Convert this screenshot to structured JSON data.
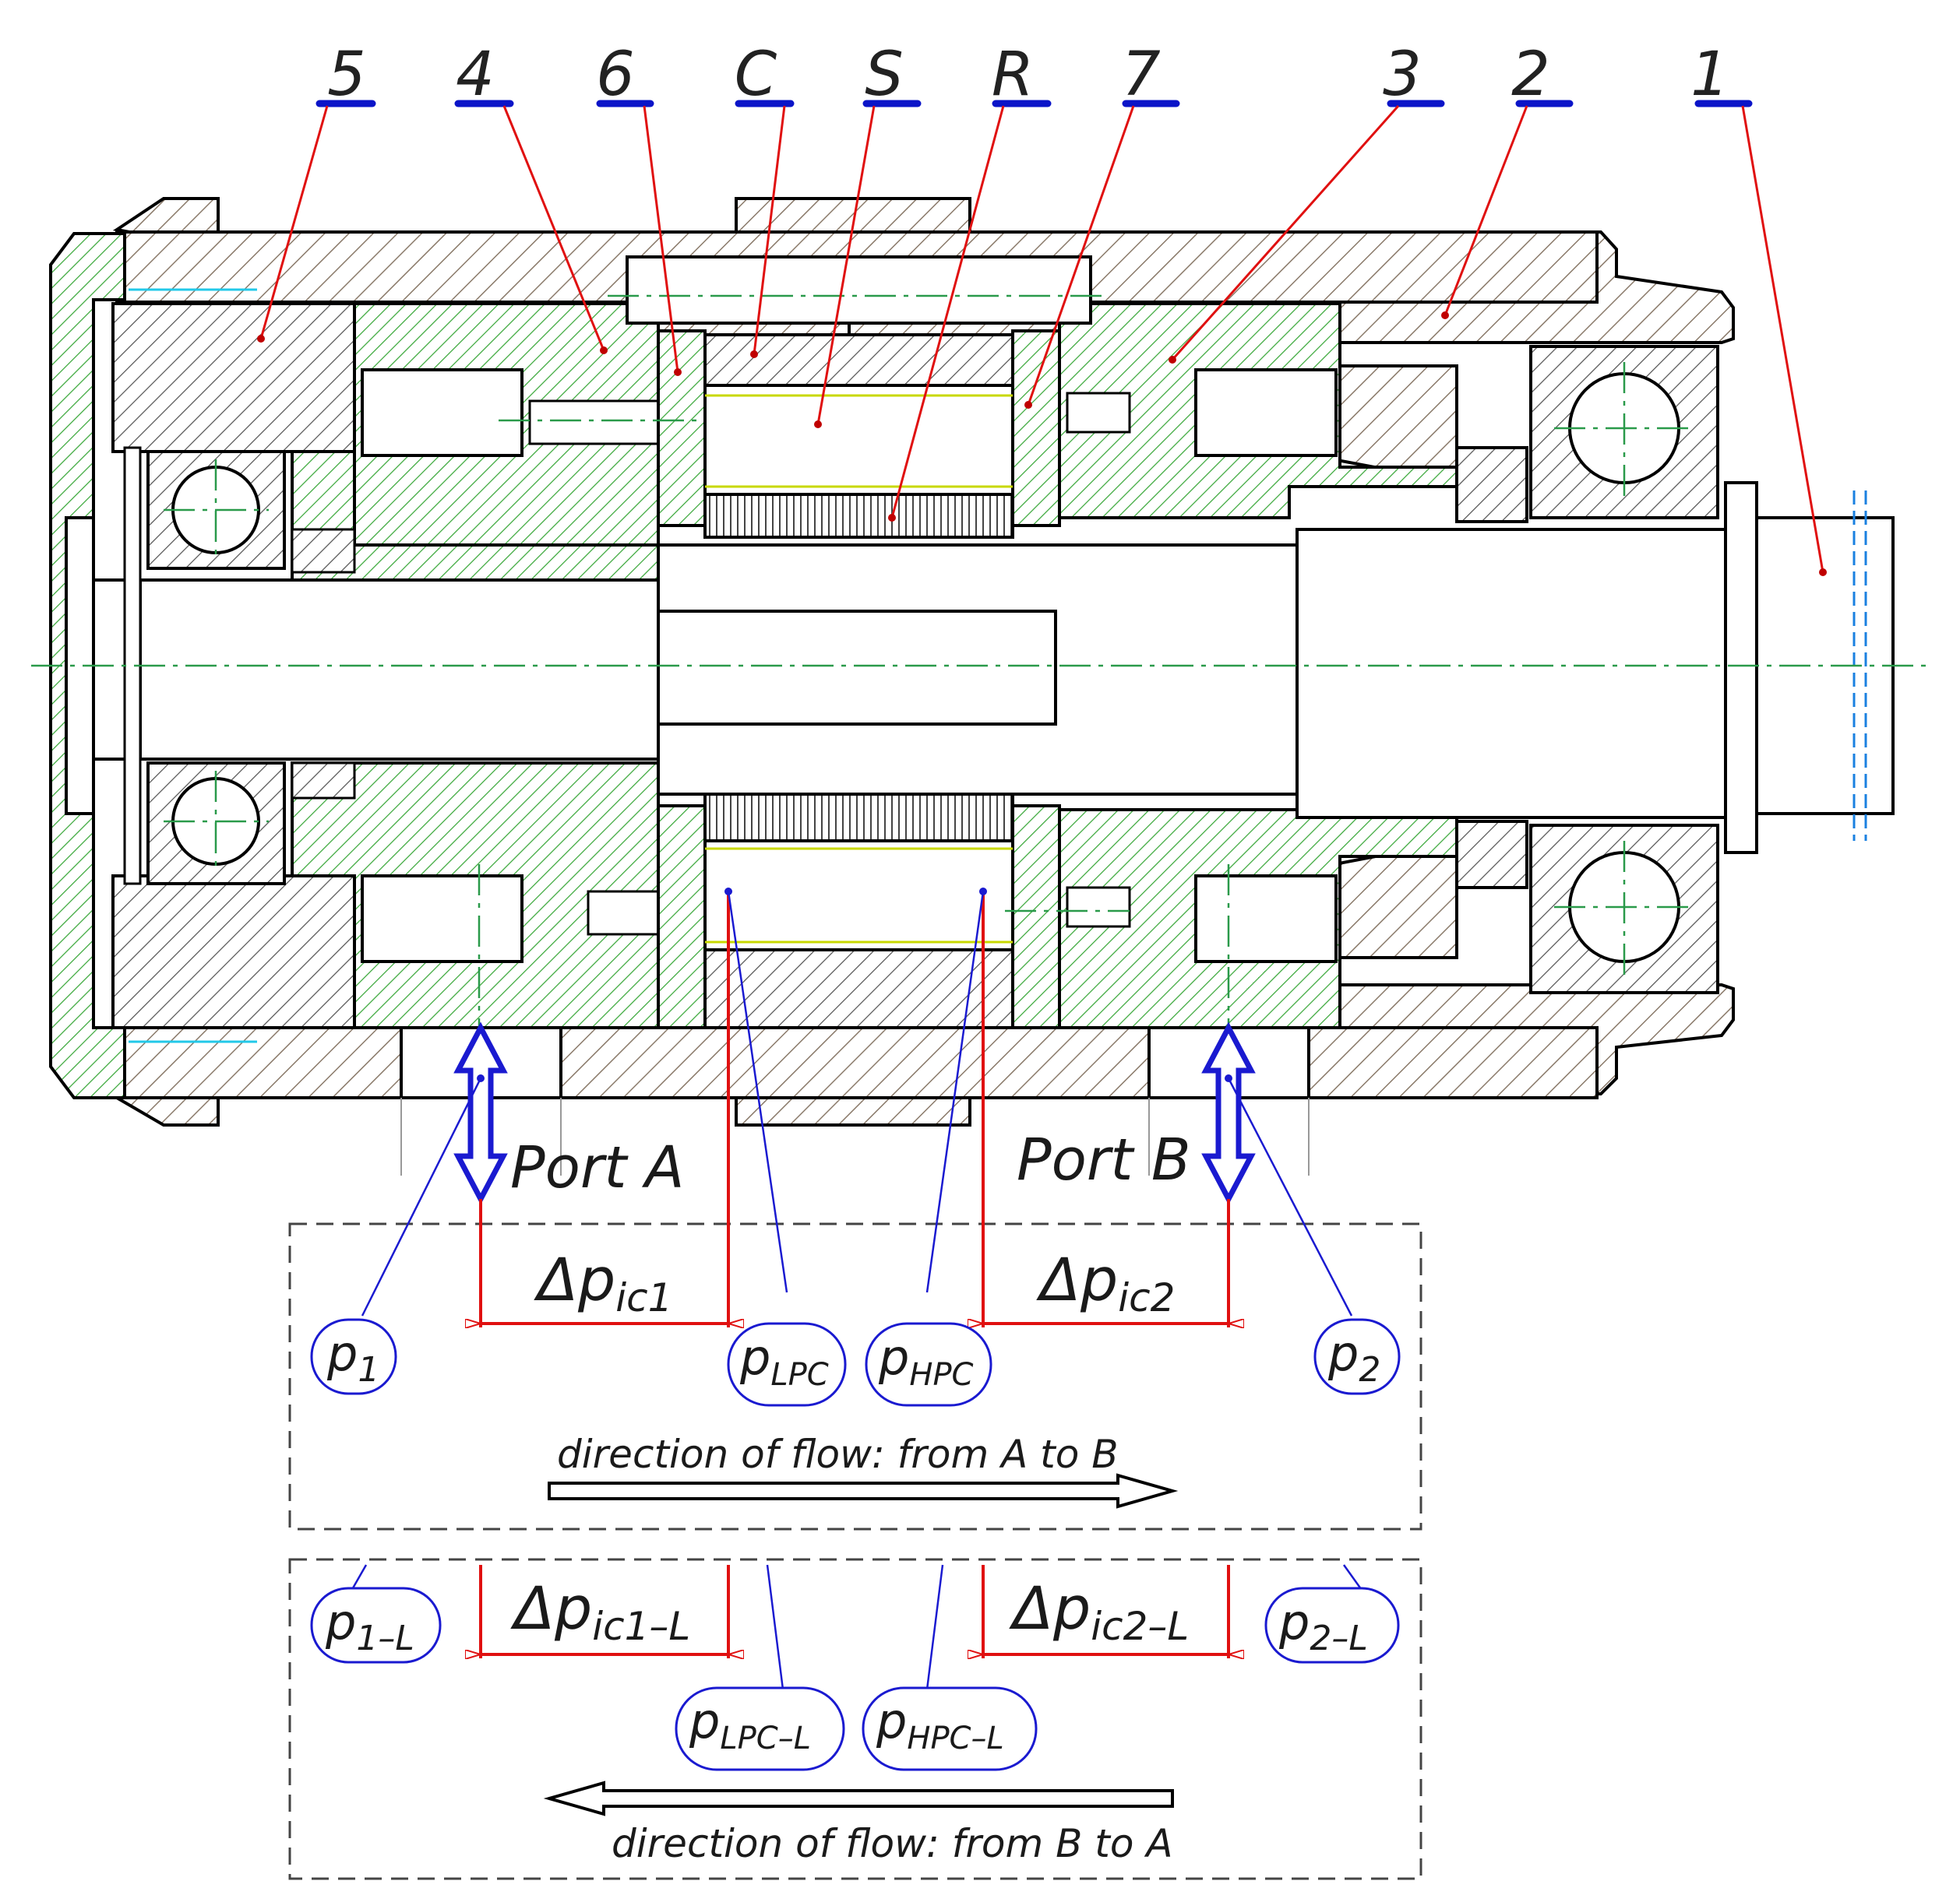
{
  "colors": {
    "body_hatch": "#8a7a6a",
    "part_hatch": "#3aa83a",
    "steel_hatch": "#555555",
    "leader_red": "#e01010",
    "label_blue": "#1a1ad0",
    "callout_bar": "#0a14c8",
    "centerline": "#2a9a4a",
    "cyan_detail": "#22c8e8",
    "seal_green": "#0a8a2a"
  },
  "callouts": [
    {
      "label": "5"
    },
    {
      "label": "4"
    },
    {
      "label": "6"
    },
    {
      "label": "C"
    },
    {
      "label": "S"
    },
    {
      "label": "R"
    },
    {
      "label": "7"
    },
    {
      "label": "3"
    },
    {
      "label": "2"
    },
    {
      "label": "1"
    }
  ],
  "ports": {
    "a": "Port A",
    "b": "Port B"
  },
  "panel1": {
    "p1": {
      "base": "p",
      "sub": "1"
    },
    "dp1": {
      "prefix": "Δp",
      "sub": "ic1"
    },
    "plpc": {
      "base": "p",
      "sub": "LPC"
    },
    "phpc": {
      "base": "p",
      "sub": "HPC"
    },
    "dp2": {
      "prefix": "Δp",
      "sub": "ic2"
    },
    "p2": {
      "base": "p",
      "sub": "2"
    },
    "flow": "direction  of  flow:  from  A  to  B"
  },
  "panel2": {
    "p1": {
      "base": "p",
      "sub": "1–L"
    },
    "dp1": {
      "prefix": "Δp",
      "sub": "ic1–L"
    },
    "plpc": {
      "base": "p",
      "sub": "LPC–L"
    },
    "phpc": {
      "base": "p",
      "sub": "HPC–L"
    },
    "dp2": {
      "prefix": "Δp",
      "sub": "ic2–L"
    },
    "p2": {
      "base": "p",
      "sub": "2–L"
    },
    "flow": "direction  of  flow:  from  B  to  A"
  }
}
